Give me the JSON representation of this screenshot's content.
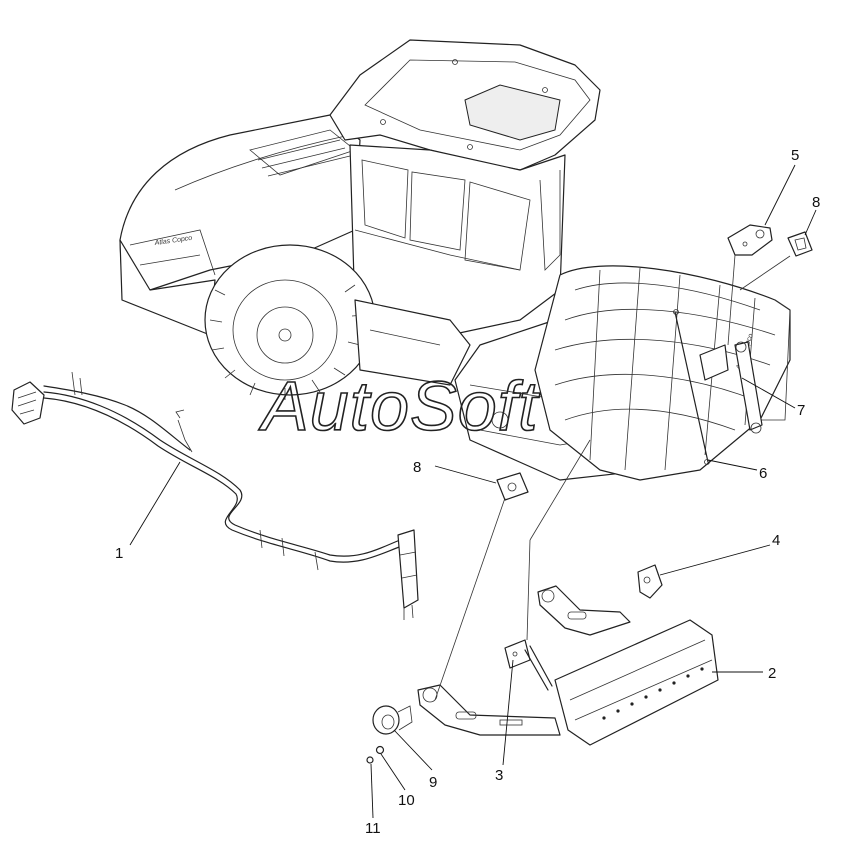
{
  "watermark": "AutoSoft",
  "callouts": [
    {
      "id": "c1",
      "label": "1"
    },
    {
      "id": "c2",
      "label": "2"
    },
    {
      "id": "c3",
      "label": "3"
    },
    {
      "id": "c4",
      "label": "4"
    },
    {
      "id": "c5",
      "label": "5"
    },
    {
      "id": "c6",
      "label": "6"
    },
    {
      "id": "c7",
      "label": "7"
    },
    {
      "id": "c8a",
      "label": "8"
    },
    {
      "id": "c8b",
      "label": "8"
    },
    {
      "id": "c9",
      "label": "9"
    },
    {
      "id": "c10",
      "label": "10"
    },
    {
      "id": "c11",
      "label": "11"
    }
  ],
  "colors": {
    "line": "#222222",
    "background": "#ffffff"
  }
}
